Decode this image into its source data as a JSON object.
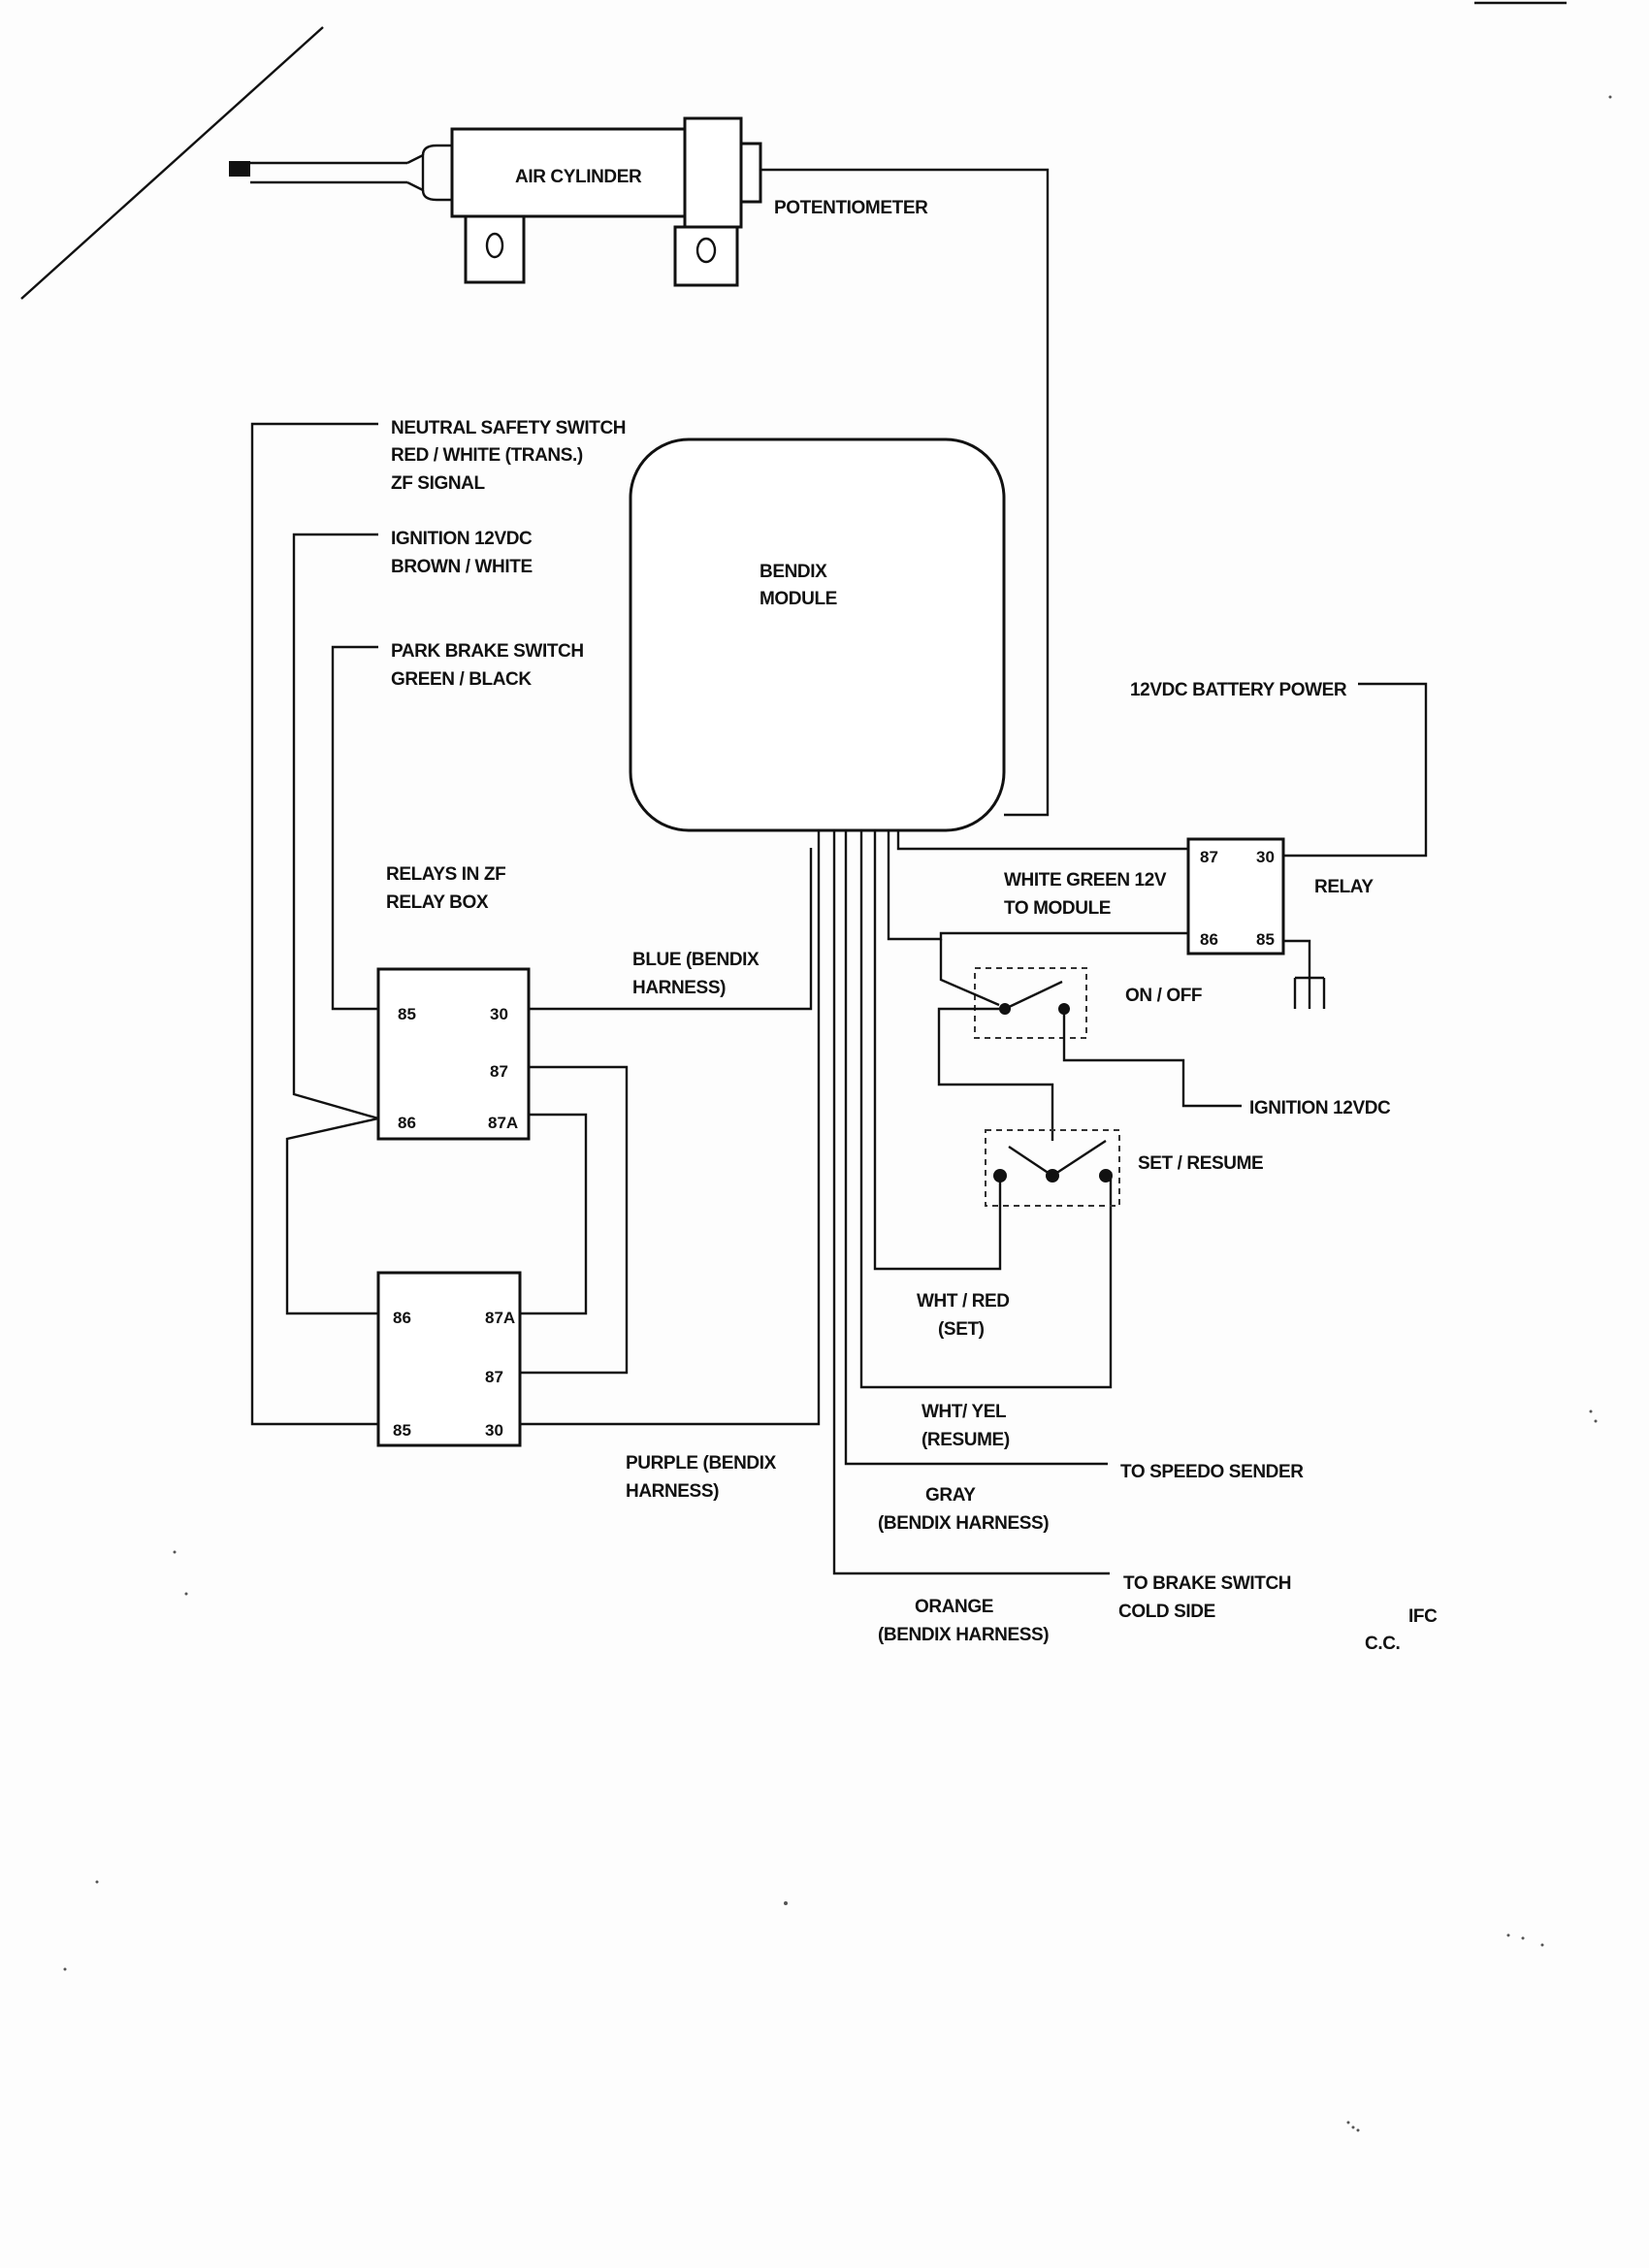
{
  "diagram": {
    "air_cylinder": "AIR CYLINDER",
    "potentiometer": "POTENTIOMETER",
    "module": [
      "BENDIX",
      "MODULE"
    ],
    "neutral_safety": [
      "NEUTRAL SAFETY SWITCH",
      "RED / WHITE (TRANS.)",
      "ZF  SIGNAL"
    ],
    "ignition_left": [
      "IGNITION  12VDC",
      "BROWN / WHITE"
    ],
    "park_brake": [
      "PARK BRAKE SWITCH",
      "GREEN / BLACK"
    ],
    "relays_zf": [
      "RELAYS IN ZF",
      "RELAY BOX"
    ],
    "blue_harness": [
      "BLUE (BENDIX",
      "HARNESS)"
    ],
    "purple_harness": [
      "PURPLE (BENDIX",
      "HARNESS)"
    ],
    "battery_power": "12VDC BATTERY POWER",
    "relay_label": "RELAY",
    "white_green": [
      "WHITE GREEN 12V",
      "TO MODULE"
    ],
    "on_off": "ON / OFF",
    "ignition_right": "IGNITION 12VDC",
    "set_resume": "SET / RESUME",
    "wht_red": [
      "WHT / RED",
      "(SET)"
    ],
    "wht_yel": [
      "WHT/ YEL",
      "(RESUME)"
    ],
    "speedo": "TO SPEEDO SENDER",
    "gray": [
      "GRAY",
      "(BENDIX HARNESS)"
    ],
    "brake_switch": [
      "TO BRAKE SWITCH",
      "COLD SIDE"
    ],
    "orange": [
      "ORANGE",
      "(BENDIX HARNESS)"
    ],
    "initials": [
      "IFC",
      "C.C."
    ],
    "relay_top_pins": [
      "85",
      "30",
      "87",
      "86",
      "87A"
    ],
    "relay_bottom_pins": [
      "86",
      "87A",
      "87",
      "85",
      "30"
    ],
    "relay_right_pins": [
      "87",
      "30",
      "86",
      "85"
    ]
  }
}
